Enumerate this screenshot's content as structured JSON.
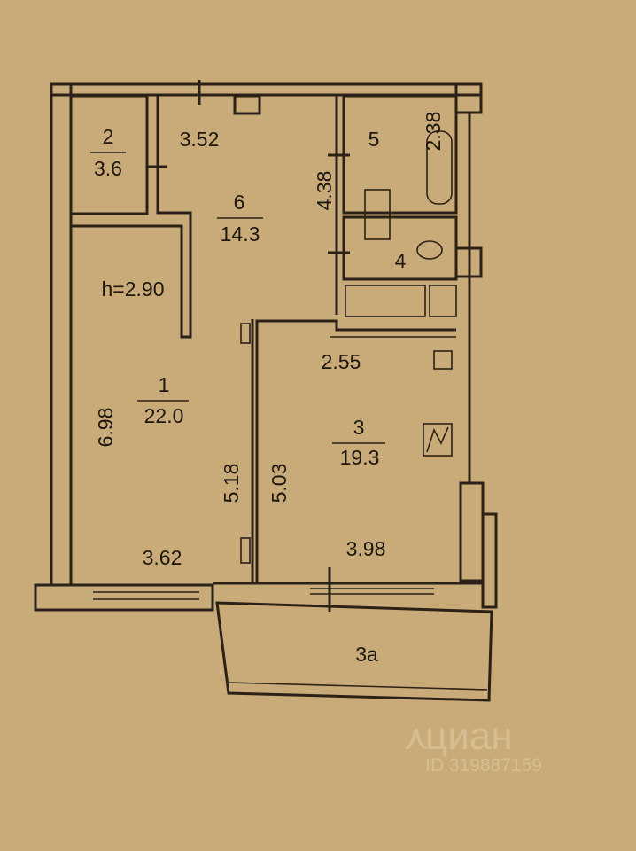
{
  "plan": {
    "ceiling_height": "h=2.90",
    "rooms": [
      {
        "number": "1",
        "area": "22.0",
        "dims": [
          "6.98",
          "5.18",
          "3.62"
        ]
      },
      {
        "number": "2",
        "area": "3.6"
      },
      {
        "number": "3",
        "area": "19.3",
        "dims": [
          "2.55",
          "5.03",
          "3.98"
        ]
      },
      {
        "number": "3а"
      },
      {
        "number": "4"
      },
      {
        "number": "5",
        "dims": [
          "2.38"
        ]
      },
      {
        "number": "6",
        "area": "14.3",
        "dims": [
          "3.52",
          "4.38"
        ]
      }
    ]
  },
  "watermark": {
    "brand": "циан",
    "id": "ID 319887159"
  },
  "colors": {
    "paper": "#c9ab79",
    "ink": "#2b2116"
  }
}
